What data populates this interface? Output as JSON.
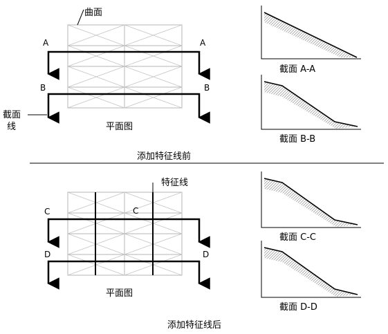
{
  "top": {
    "label_surface": "曲面",
    "label_section_line": "截面\n线",
    "cut_a": "A",
    "cut_b": "B",
    "plan_caption": "平面图",
    "section_a_caption": "截面 A-A",
    "section_b_caption": "截面 B-B",
    "panel_caption": "添加特征线前"
  },
  "bottom": {
    "label_feature_line": "特征线",
    "cut_c": "C",
    "cut_d": "D",
    "plan_caption": "平面图",
    "section_c_caption": "截面 C-C",
    "section_d_caption": "截面 D-D",
    "panel_caption": "添加特征线后"
  },
  "colors": {
    "line": "#000000",
    "grid": "#b4b4b4",
    "background": "#ffffff"
  }
}
